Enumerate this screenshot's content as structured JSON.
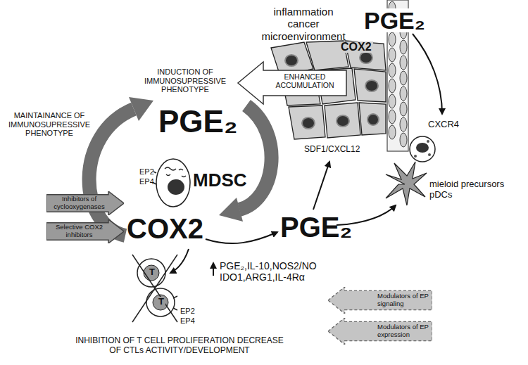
{
  "diagram": {
    "nodes": [
      {
        "text": [
          "EP2",
          "EP4",
          "MDSC"
        ]
      },
      {
        "text": [
          "Inhibitors of cyclooxygenases"
        ]
      },
      {
        "text": [
          "Selective COX2 inhibitors"
        ]
      },
      {
        "text": [
          "Modulators of EP signaling"
        ]
      },
      {
        "text": [
          "Modulators of EP expression"
        ]
      }
    ],
    "labels": [
      "inflammation cancer microenvironment",
      "PGE₂",
      "COX2",
      "ENHANCED ACCUMULATION",
      "INDUCTION OF IMMUNOSUPRESSIVE PHENOTYPE",
      "PGE₂",
      "MAINTAINANCE OF IMMUNOSUPRESSIVE PHENOTYPE",
      "CXCR4",
      "SDF1/CXCL12",
      "mieloid precursors pDCs",
      "COX2",
      "PGE₂",
      "PGE₂,IL-10,NOS2/NO IDO1,ARG1,IL-4Rα",
      "T",
      "T",
      "EP2",
      "EP4",
      "INHIBITION OF T CELL PROLIFERATION DECREASE OF CTLs ACTIVITY/DEVELOPMENT"
    ]
  }
}
